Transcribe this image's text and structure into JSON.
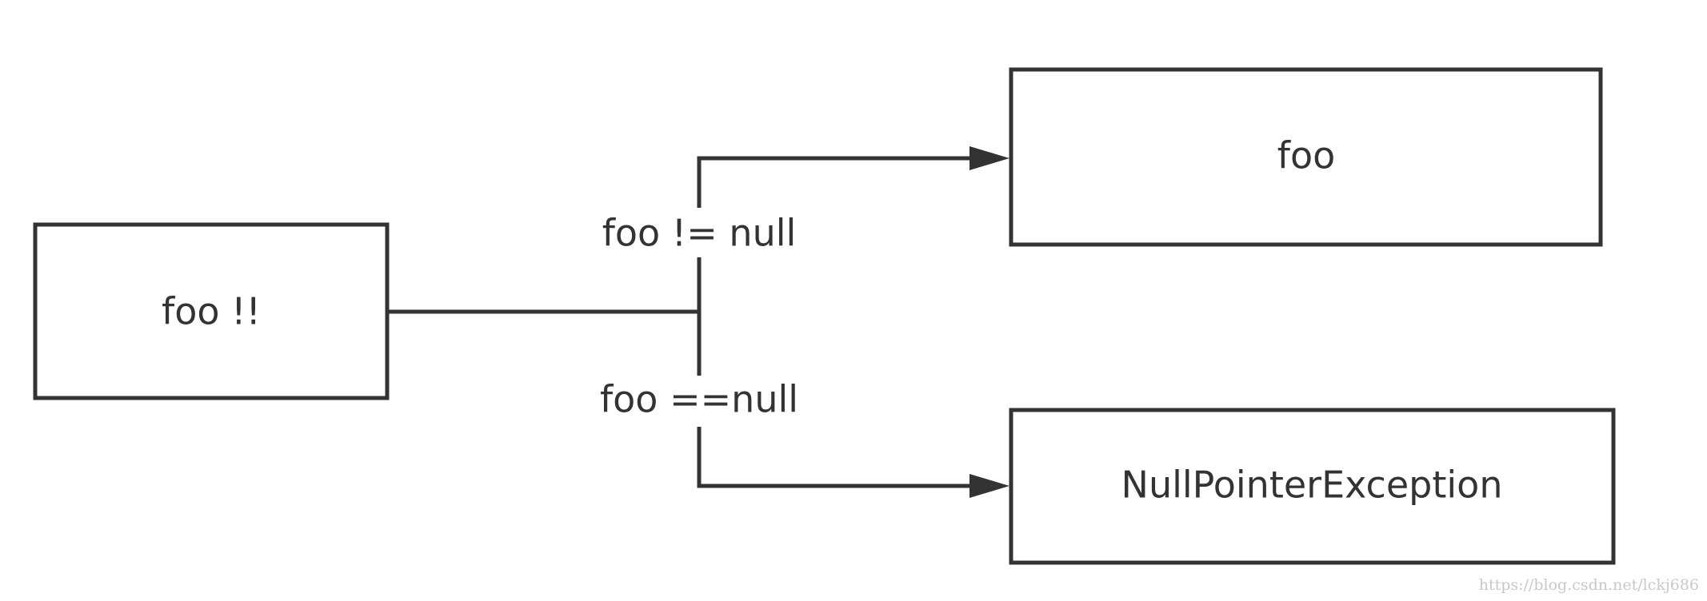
{
  "diagram": {
    "type": "flowchart",
    "nodes": {
      "source": {
        "label": "foo !!"
      },
      "result_not_null": {
        "label": "foo"
      },
      "result_null": {
        "label": "NullPointerException"
      }
    },
    "edges": {
      "not_null": {
        "from": "source",
        "to": "result_not_null",
        "label": "foo != null"
      },
      "is_null": {
        "from": "source",
        "to": "result_null",
        "label": "foo ==null"
      }
    },
    "colors": {
      "stroke": "#333333",
      "text": "#333333",
      "background": "#ffffff",
      "watermark": "#c8c8c8"
    }
  },
  "watermark": "https://blog.csdn.net/lckj686"
}
